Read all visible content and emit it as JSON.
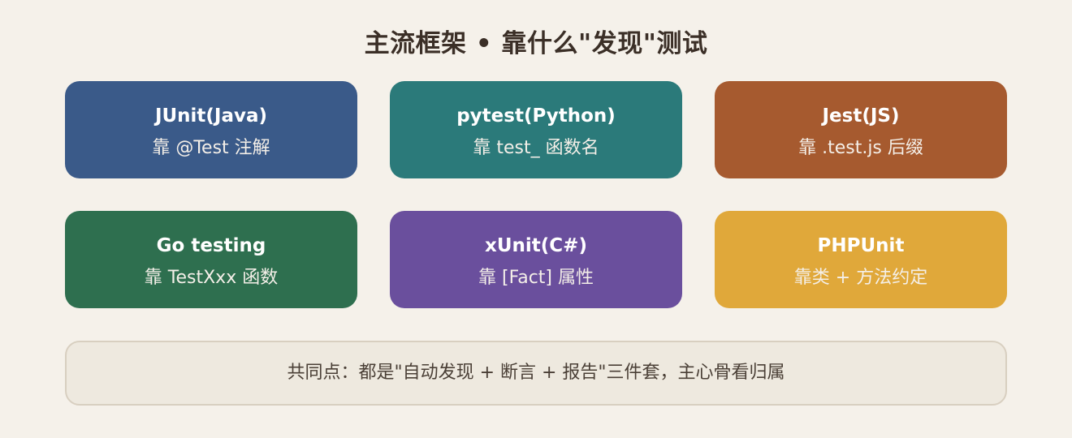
{
  "title": "主流框架 • 靠什么\"发现\"测试",
  "cards": [
    {
      "name": "JUnit(Java)",
      "desc": "靠 @Test 注解",
      "color": "#3a5a89"
    },
    {
      "name": "pytest(Python)",
      "desc": "靠 test_ 函数名",
      "color": "#2b7a7a"
    },
    {
      "name": "Jest(JS)",
      "desc": "靠 .test.js 后缀",
      "color": "#a65a2f"
    },
    {
      "name": "Go testing",
      "desc": "靠 TestXxx 函数",
      "color": "#2e6f4f"
    },
    {
      "name": "xUnit(C#)",
      "desc": "靠 [Fact] 属性",
      "color": "#6a4f9d"
    },
    {
      "name": "PHPUnit",
      "desc": "靠类 + 方法约定",
      "color": "#e0a83a"
    }
  ],
  "footer": {
    "text": "共同点：都是\"自动发现 + 断言 + 报告\"三件套，主心骨看归属"
  }
}
